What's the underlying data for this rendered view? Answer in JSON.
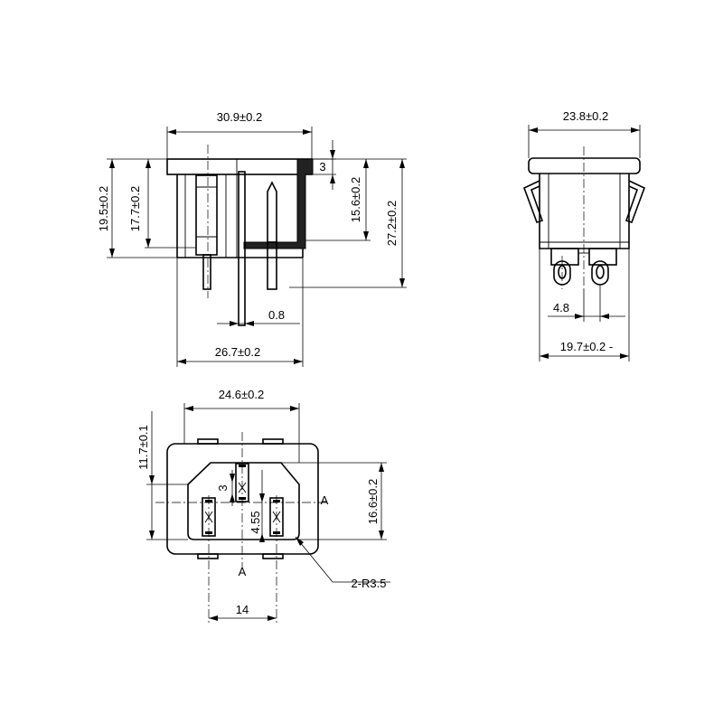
{
  "side_view": {
    "dim_overall_width": "30.9±0.2",
    "dim_top": "3",
    "dim_height_left_outer": "19.5±0.2",
    "dim_height_left_inner": "17.7±0.2",
    "dim_height_right_inner": "15.6±0.2",
    "dim_height_right_outer": "27.2±0.2",
    "dim_pin_thickness": "0.8",
    "dim_bottom_width": "26.7±0.2"
  },
  "end_view": {
    "dim_top_width": "23.8±0.2",
    "dim_pin_offset": "4.8",
    "dim_bottom_width": "19.7±0.2 -"
  },
  "front_view": {
    "dim_width": "24.6±0.2",
    "dim_left_height": "11.7±0.1",
    "dim_inner_small": "3",
    "dim_pin_spacing_v": "4.55",
    "dim_right_height": "16.6±0.2",
    "section_mark_right": "A",
    "section_mark_bottom": "A",
    "radius_callout": "2-R3.5",
    "dim_pin_spacing_h": "14"
  }
}
